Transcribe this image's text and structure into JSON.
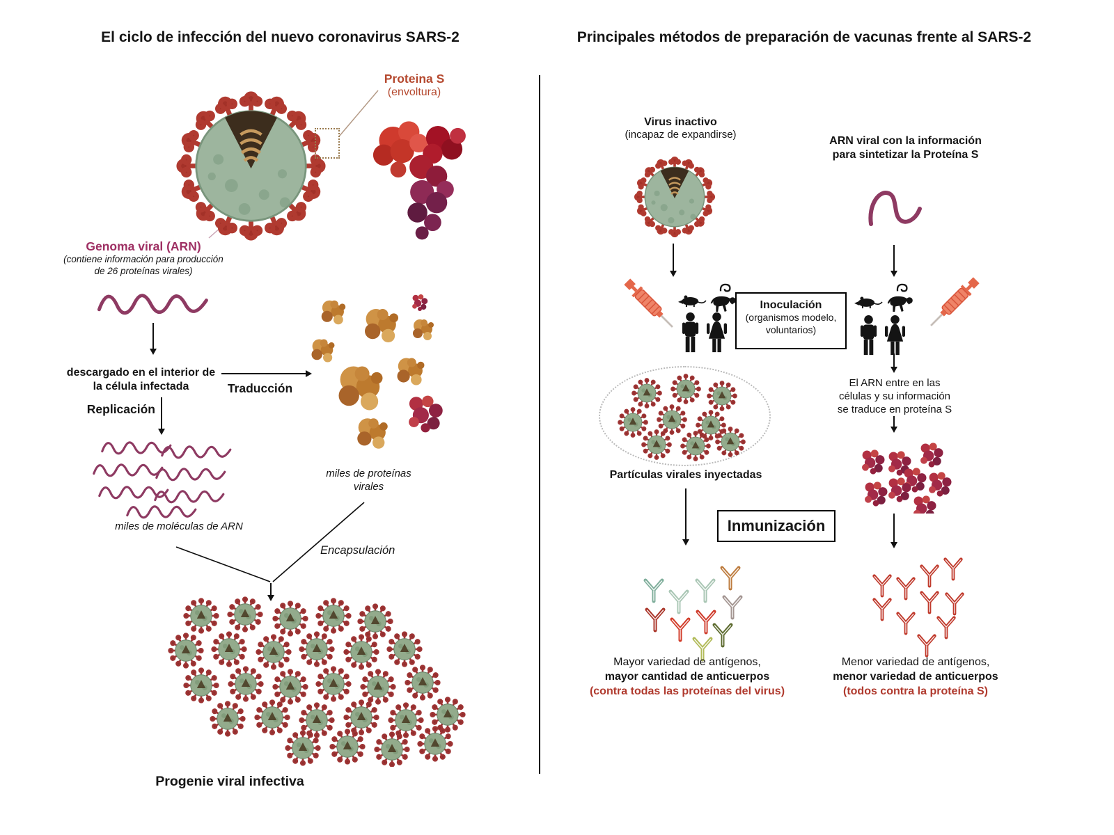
{
  "left_panel": {
    "title": "El ciclo de infección del nuevo coronavirus SARS-2",
    "protein_s": {
      "label": "Proteina S",
      "sub": "(envoltura)"
    },
    "genome": {
      "label": "Genoma viral (ARN)",
      "sub": "(contiene información para producción\nde 26 proteínas virales)"
    },
    "steps": {
      "descargado": "descargado en el interior de\nla célula infectada",
      "traduccion": "Traducción",
      "replicacion": "Replicación",
      "encapsulacion": "Encapsulación"
    },
    "captions": {
      "miles_arn": "miles de moléculas de ARN",
      "miles_proteinas": "miles de proteínas\nvirales",
      "progenie": "Progenie viral infectiva"
    }
  },
  "right_panel": {
    "title": "Principales métodos de preparación de vacunas frente al SARS-2",
    "inactivated": {
      "label": "Virus inactivo",
      "sub": "(incapaz de expandirse)",
      "particles": "Partículas virales inyectadas",
      "result_line1": "Mayor variedad de antígenos,",
      "result_line2": "mayor cantidad de anticuerpos",
      "result_line3": "(contra todas las proteínas del virus)"
    },
    "rna": {
      "label": "ARN viral con la información\npara sintetizar la Proteína S",
      "translate": "El ARN entre en las\ncélulas y su información\nse traduce en proteína S",
      "result_line1": "Menor variedad de antígenos,",
      "result_line2": "menor variedad de anticuerpos",
      "result_line3": "(todos contra la proteína S)"
    },
    "inoculacion": {
      "title": "Inoculación",
      "sub": "(organismos modelo,\nvoluntarios)"
    },
    "inmunizacion": "Inmunización"
  },
  "colors": {
    "protein_s_label": "#b5492f",
    "genome_label": "#9e2f63",
    "rna_strand": "#8e3a62",
    "red_text": "#b03a2e",
    "antibody_red": "#c0392b",
    "virus_body": "#9db59e",
    "virus_spikes": "#b03a30"
  },
  "icons": {
    "coronavirus-icon": "green sphere with red club spikes",
    "rna-squiggle-icon": "purple wavy strand",
    "spike-protein-icon": "red/purple molecular blob",
    "antibody-icon": "Y-shaped double bar",
    "syringe-icon": "orange syringe",
    "mouse-icon": "black mouse silhouette",
    "monkey-icon": "black monkey silhouette",
    "man-icon": "black man pictogram",
    "woman-icon": "black woman pictogram"
  }
}
